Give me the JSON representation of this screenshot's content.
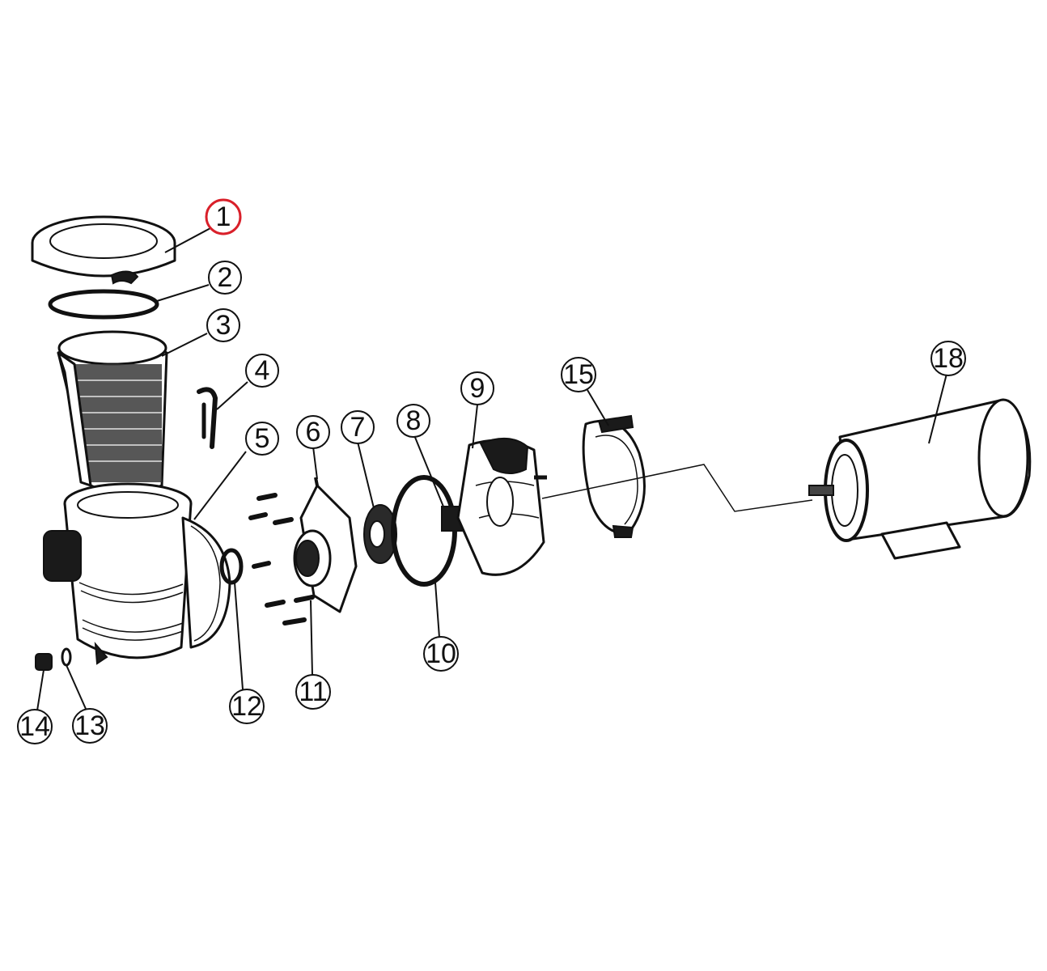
{
  "highlight_color": "#d9202a",
  "highlighted_callout": "1",
  "callouts": [
    {
      "id": "c1",
      "label": "1"
    },
    {
      "id": "c2",
      "label": "2"
    },
    {
      "id": "c3",
      "label": "3"
    },
    {
      "id": "c4",
      "label": "4"
    },
    {
      "id": "c5",
      "label": "5"
    },
    {
      "id": "c6",
      "label": "6"
    },
    {
      "id": "c7",
      "label": "7"
    },
    {
      "id": "c8",
      "label": "8"
    },
    {
      "id": "c9",
      "label": "9"
    },
    {
      "id": "c10",
      "label": "10"
    },
    {
      "id": "c11",
      "label": "11"
    },
    {
      "id": "c12",
      "label": "12"
    },
    {
      "id": "c13",
      "label": "13"
    },
    {
      "id": "c14",
      "label": "14"
    },
    {
      "id": "c15",
      "label": "15"
    },
    {
      "id": "c18",
      "label": "18"
    }
  ]
}
